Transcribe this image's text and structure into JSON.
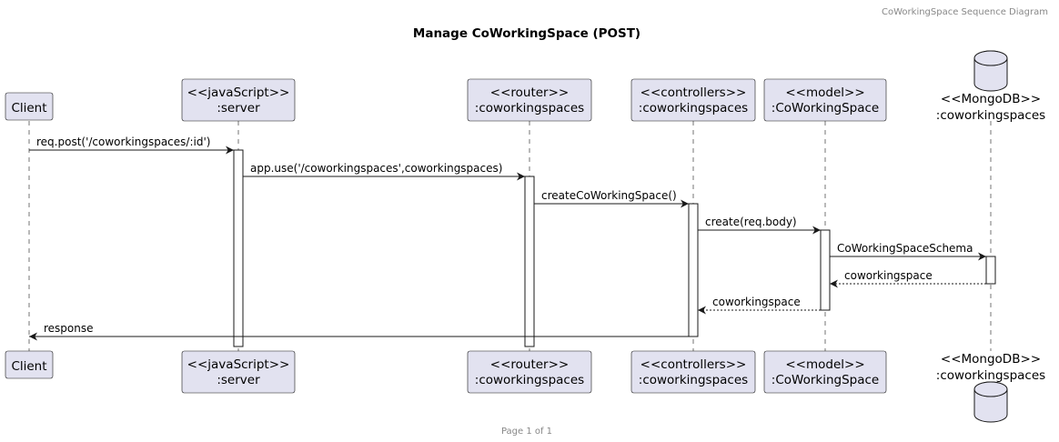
{
  "header_note": "CoWorkingSpace Sequence Diagram",
  "title": "Manage CoWorkingSpace (POST)",
  "footer": "Page 1 of 1",
  "colors": {
    "participant_fill": "#E2E2F0",
    "line": "#181818"
  },
  "participants": [
    {
      "id": "client",
      "kind": "box",
      "lines": [
        "Client"
      ]
    },
    {
      "id": "server",
      "kind": "box",
      "lines": [
        "<<javaScript>>",
        ":server"
      ]
    },
    {
      "id": "router",
      "kind": "box",
      "lines": [
        "<<router>>",
        ":coworkingspaces"
      ]
    },
    {
      "id": "controllers",
      "kind": "box",
      "lines": [
        "<<controllers>>",
        ":coworkingspaces"
      ]
    },
    {
      "id": "model",
      "kind": "box",
      "lines": [
        "<<model>>",
        ":CoWorkingSpace"
      ]
    },
    {
      "id": "mongodb",
      "kind": "database",
      "lines": [
        "<<MongoDB>>",
        ":coworkingspaces"
      ]
    }
  ],
  "messages": [
    {
      "from": "client",
      "to": "server",
      "label": "req.post('/coworkingspaces/:id')",
      "style": "solid"
    },
    {
      "from": "server",
      "to": "router",
      "label": "app.use('/coworkingspaces',coworkingspaces)",
      "style": "solid"
    },
    {
      "from": "router",
      "to": "controllers",
      "label": "createCoWorkingSpace()",
      "style": "solid"
    },
    {
      "from": "controllers",
      "to": "model",
      "label": "create(req.body)",
      "style": "solid"
    },
    {
      "from": "model",
      "to": "mongodb",
      "label": "CoWorkingSpaceSchema",
      "style": "solid"
    },
    {
      "from": "mongodb",
      "to": "model",
      "label": "coworkingspace",
      "style": "dashed"
    },
    {
      "from": "model",
      "to": "controllers",
      "label": "coworkingspace",
      "style": "dashed"
    },
    {
      "from": "controllers",
      "to": "client",
      "label": "response",
      "style": "solid"
    }
  ]
}
